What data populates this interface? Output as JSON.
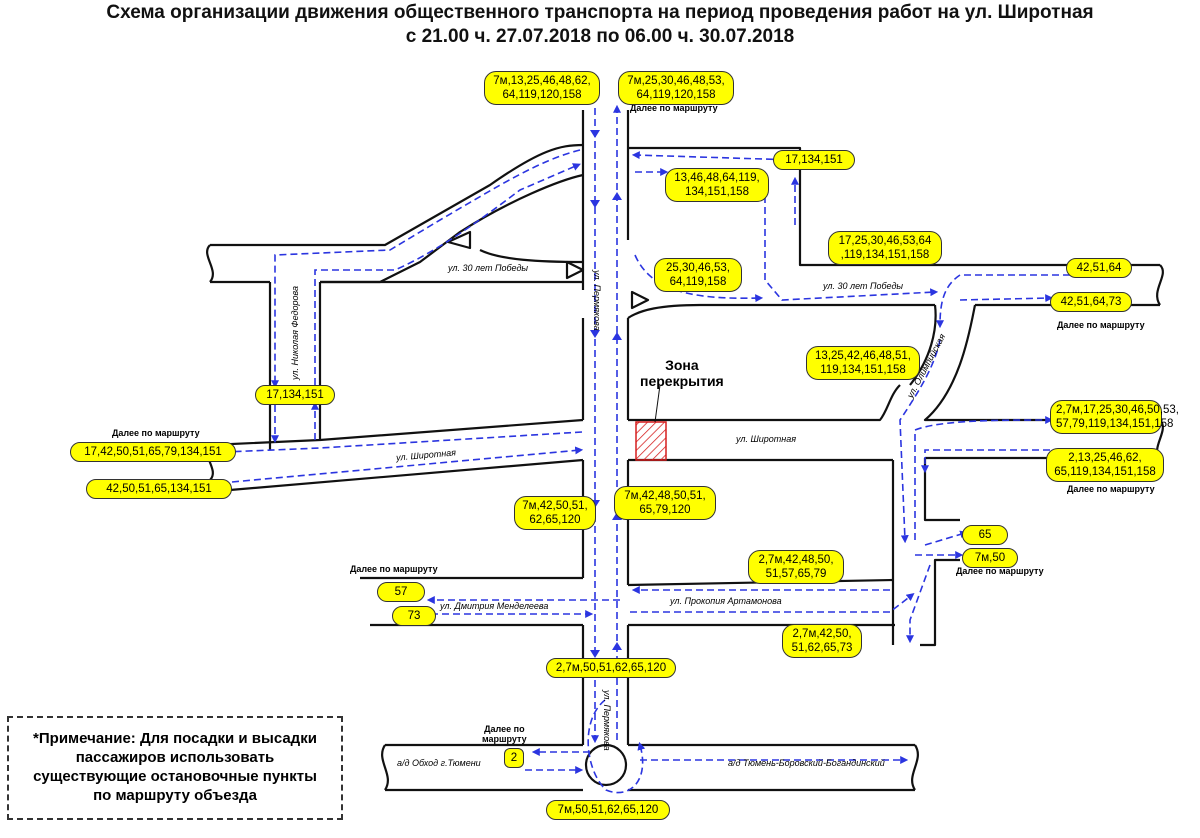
{
  "title": {
    "line1": "Схема организации движения общественного транспорта на период проведения работ на ул. Широтная",
    "line2": "с 21.00 ч. 27.07.2018 по 06.00 ч. 30.07.2018"
  },
  "zone": {
    "line1": "Зона",
    "line2": "перекрытия"
  },
  "note": {
    "line1": "*Примечание: Для посадки и высадки",
    "line2": "пассажиров использовать",
    "line3": "существующие остановочные пункты",
    "line4": "по маршруту объезда"
  },
  "streets": {
    "permyakova_top": "ул. Пермякова",
    "permyakova_bottom": "ул. Пермякова",
    "pobedy_west": "ул. 30 лет Победы",
    "pobedy_east": "ул. 30 лет Победы",
    "fedorova": "ул. Николая Федорова",
    "shirotnaya_west": "ул. Широтная",
    "shirotnaya_east": "ул. Широтная",
    "olimpiyskaya": "ул. Олимпийская",
    "mendeleeva": "ул. Дмитрия Менделеева",
    "artamonova": "ул. Прокопия Артамонова",
    "obhod": "а/д Обход г.Тюмени",
    "tyumen_borovsky": "а/д Тюмень-Боровский-Богандинский"
  },
  "continue_text": {
    "top_center": "Далее по маршруту",
    "right_upper": "Далее по маршруту",
    "left": "Далее по маршруту",
    "right_middle": "Далее по маршруту",
    "bottom_left": "Далее по маршруту",
    "right_lower": "Далее по маршруту",
    "bottom_center_1": "Далее по",
    "bottom_center_2": "маршруту"
  },
  "route_labels": {
    "top_left_1": "7м,13,25,46,48,62,",
    "top_left_2": "64,119,120,158",
    "top_right_1": "7м,25,30,46,48,53,",
    "top_right_2": "64,119,120,158",
    "r17_top": "17,134,151",
    "r13_inner_1": "13,46,48,64,119,",
    "r13_inner_2": "134,151,158",
    "r25_inner_1": "25,30,46,53,",
    "r25_inner_2": "64,119,158",
    "r17_right_1": "17,25,30,46,53,64",
    "r17_right_2": ",119,134,151,158",
    "r42_right": "42,51,64",
    "r42_73_right": "42,51,64,73",
    "r13_right_1": "13,25,42,46,48,51,",
    "r13_right_2": "119,134,151,158",
    "r17_left": "17,134,151",
    "r2_right_1": "2,7м,17,25,30,46,50,53,",
    "r2_right_2": "57,79,119,134,151,158",
    "r2_13_right_1": "2,13,25,46,62,",
    "r2_13_right_2": "65,119,134,151,158",
    "r17_42_left": "17,42,50,51,65,79,134,151",
    "r42_left": "42,50,51,65,134,151",
    "r7m_left_1": "7м,42,50,51,",
    "r7m_left_2": "62,65,120",
    "r7m_center_1": "7м,42,48,50,51,",
    "r7m_center_2": "65,79,120",
    "r65": "65",
    "r7m50": "7м,50",
    "r2_center_1": "2,7м,42,48,50,",
    "r2_center_2": "51,57,65,79",
    "r57": "57",
    "r73": "73",
    "r2_lower_1": "2,7м,42,50,",
    "r2_lower_2": "51,62,65,73",
    "r2_bottom": "2,7м,50,51,62,65,120",
    "r2_small": "2",
    "r7m_bottom": "7м,50,51,62,65,120"
  },
  "colors": {
    "route_arrow": "#2b35e0",
    "label_fill": "#ffff00",
    "road_edge": "#111111",
    "closure": "#d61e1e"
  }
}
